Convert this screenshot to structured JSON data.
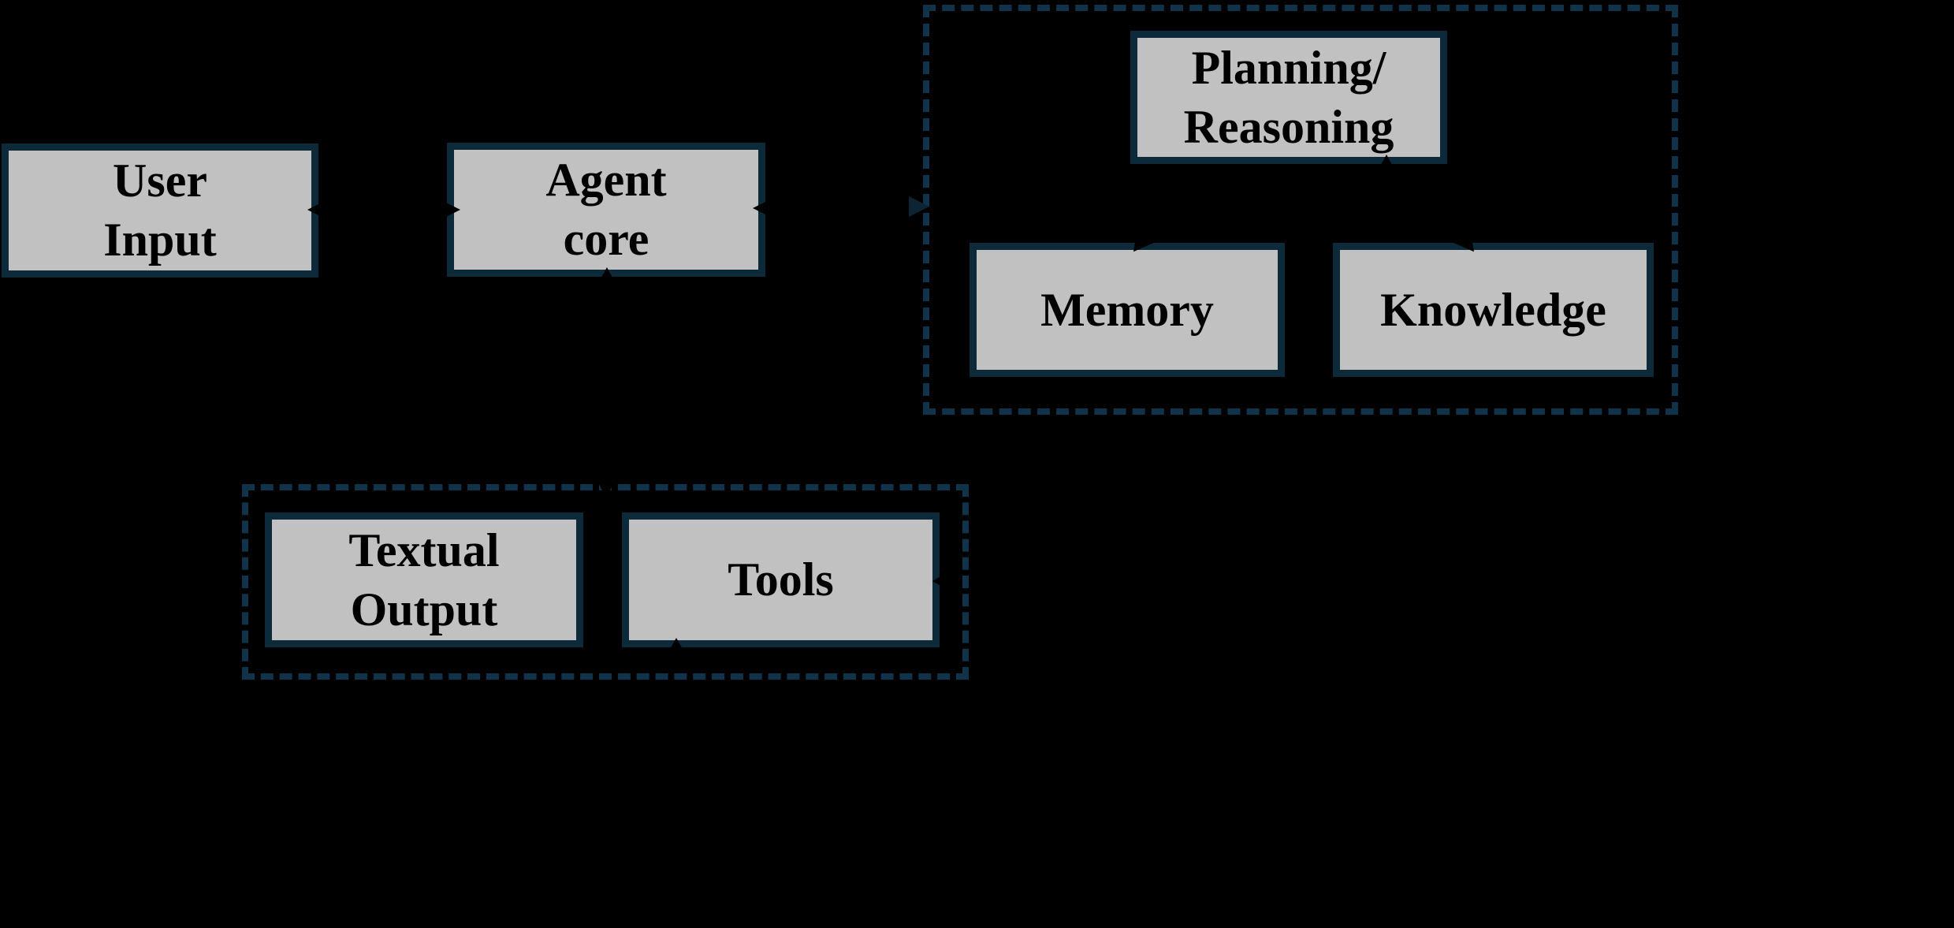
{
  "diagram": {
    "type": "block-diagram",
    "background_color": "#000000",
    "node_fill_color": "#c1c1c1",
    "node_border_color": "#0c2a3a",
    "group_border_style": "dashed",
    "group_border_color": "#113349",
    "arrow_color": "#000000",
    "nodes": {
      "user_input": {
        "label": "User\nInput"
      },
      "agent_core": {
        "label": "Agent\ncore"
      },
      "planning_reasoning": {
        "label": "Planning/\nReasoning"
      },
      "memory": {
        "label": "Memory"
      },
      "knowledge": {
        "label": "Knowledge"
      },
      "textual_output": {
        "label": "Textual\nOutput"
      },
      "tools": {
        "label": "Tools"
      }
    }
  }
}
